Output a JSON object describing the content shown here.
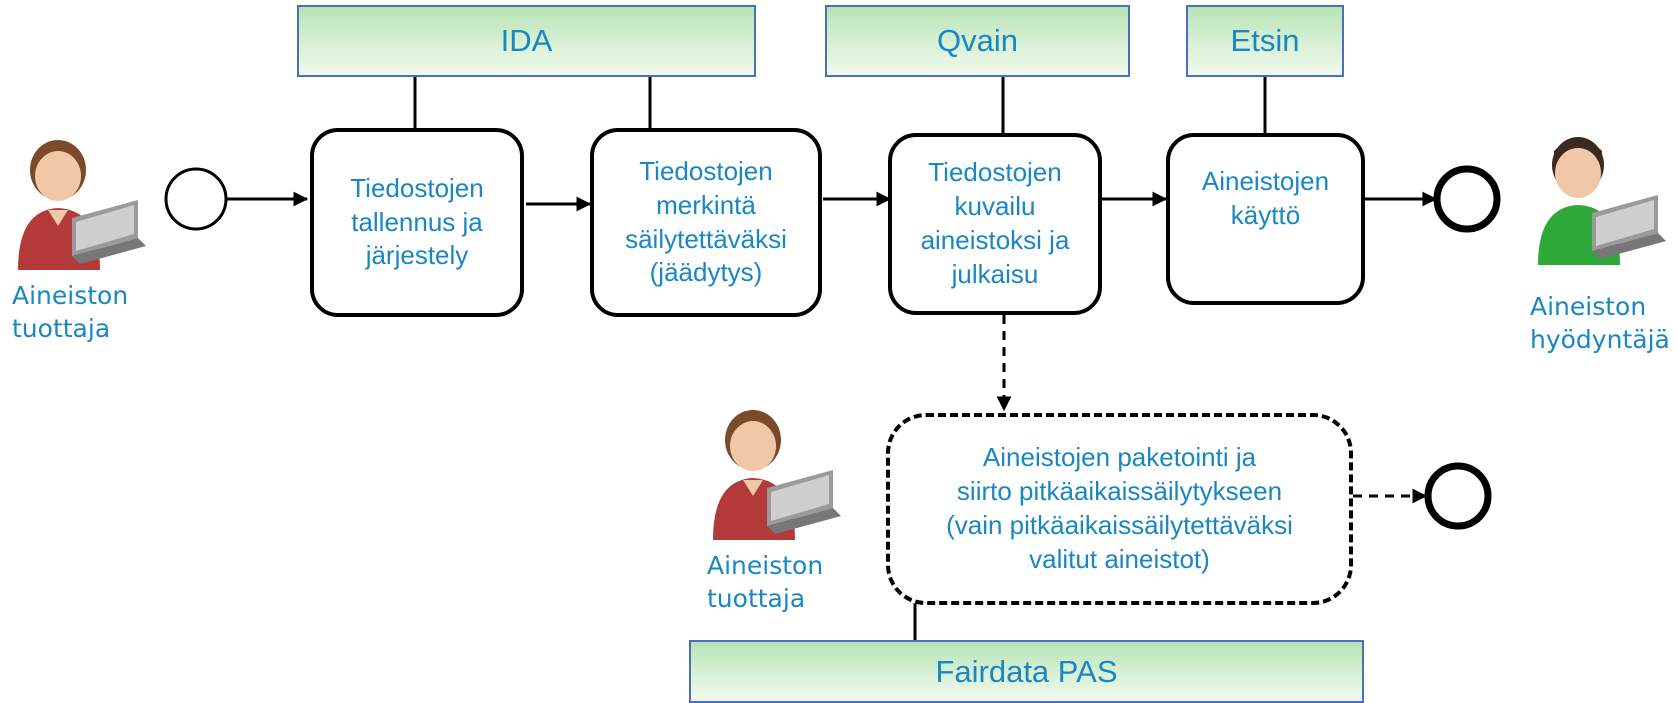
{
  "services": {
    "ida": "IDA",
    "qvain": "Qvain",
    "etsin": "Etsin",
    "pas": "Fairdata PAS"
  },
  "tasks": {
    "t1": "Tiedostojen\ntallennus ja\njärjestely",
    "t2": "Tiedostojen\nmerkintä\nsäilytettäväksi\n(jäädytys)",
    "t3": "Tiedostojen\nkuvailu\naineistoksi ja\njulkaisu",
    "t4": "Aineistojen\nkäyttö",
    "t5": "Aineistojen paketointi ja\nsiirto pitkäaikaissäilytykseen\n(vain pitkäaikaissäilytettäväksi\nvalitut aineistot)"
  },
  "actors": {
    "producer_top": {
      "line1": "Aineiston",
      "line2": "tuottaja",
      "shirt": "#b43a3a"
    },
    "user": {
      "line1": "Aineiston",
      "line2": "hyödyntäjä",
      "shirt": "#2fa83a"
    },
    "producer_bottom": {
      "line1": "Aineiston",
      "line2": "tuottaja",
      "shirt": "#b43a3a"
    }
  },
  "colors": {
    "text": "#1a86c2",
    "service_border": "#4a6fbf",
    "service_fill": "#c8eac4"
  }
}
